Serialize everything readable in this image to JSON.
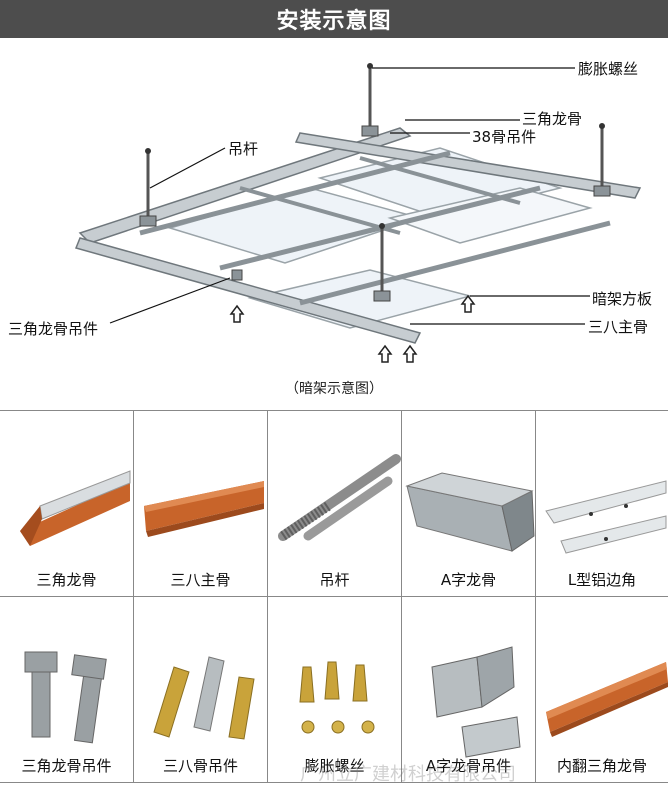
{
  "header": {
    "title": "安装示意图"
  },
  "diagram": {
    "callouts": {
      "expansion_screw": "膨胀螺丝",
      "triangle_keel": "三角龙骨",
      "hanger_38": "38骨吊件",
      "hanging_rod": "吊杆",
      "hidden_panel": "暗架方板",
      "triangle_hanger": "三角龙骨吊件",
      "main_38": "三八主骨"
    },
    "caption": "（暗架示意图）"
  },
  "parts": [
    {
      "label": "三角龙骨"
    },
    {
      "label": "三八主骨"
    },
    {
      "label": "吊杆"
    },
    {
      "label": "A字龙骨"
    },
    {
      "label": "L型铝边角"
    },
    {
      "label": "三角龙骨吊件"
    },
    {
      "label": "三八骨吊件"
    },
    {
      "label": "膨胀螺丝"
    },
    {
      "label": "A字龙骨吊件"
    },
    {
      "label": "内翻三角龙骨"
    }
  ],
  "watermark": "广州立广建材科技有限公司",
  "colors": {
    "banner": "#4d4d4d",
    "copper": "#c8642a",
    "steel": "#9aa3a8",
    "panel": "#eef3f8",
    "zinc": "#c9a33a"
  }
}
